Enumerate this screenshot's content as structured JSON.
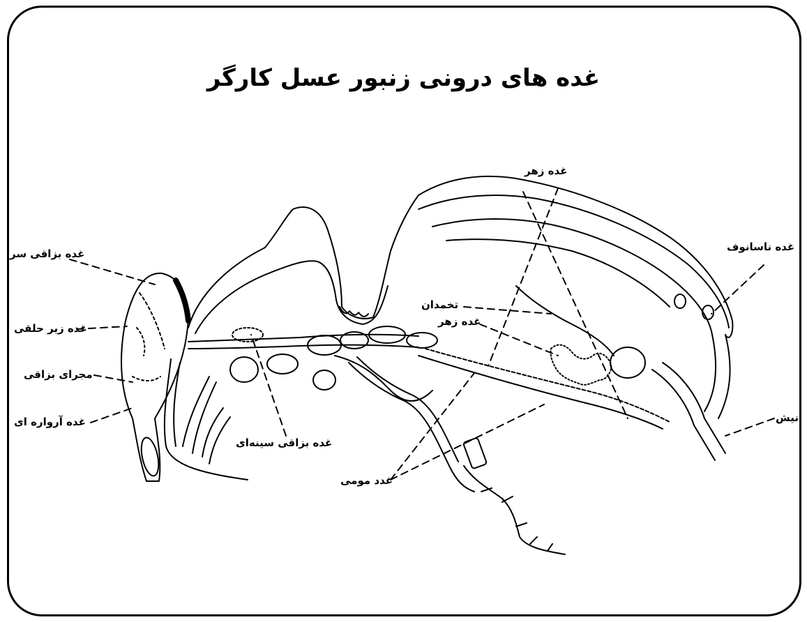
{
  "title": "غده های درونی زنبور عسل کارگر",
  "labels": {
    "head_salivary": "غده بزاقی سر",
    "hypopharyngeal": "غده زیر حلقی",
    "salivary_duct": "مجرای بزاقی",
    "mandibular": "غده آرواره ای",
    "thoracic_salivary": "غده بزاقی سینه‌ای",
    "wax_glands": "غدد مومی",
    "venom_gland_top": "غده زهر",
    "ovary": "تخمدان",
    "venom_gland": "غده زهر",
    "nasonov": "غده ناسانوف",
    "sting": "نیش"
  }
}
